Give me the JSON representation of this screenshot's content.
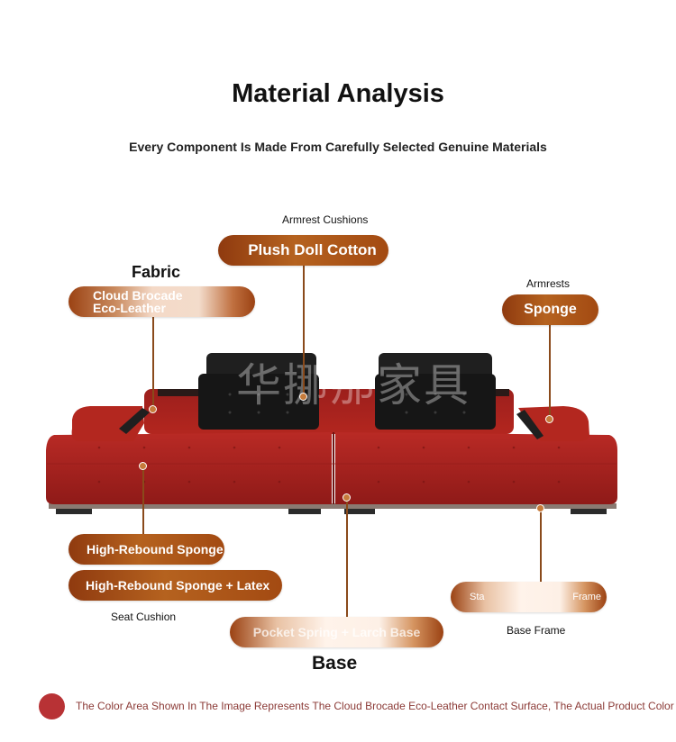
{
  "title": "Material Analysis",
  "subtitle": "Every Component Is Made From Carefully Selected Genuine Materials",
  "labels": {
    "armrest_cushions": "Armrest Cushions",
    "fabric": "Fabric",
    "armrests": "Armrests",
    "seat_cushion": "Seat Cushion",
    "base": "Base",
    "base_frame": "Base Frame"
  },
  "pills": {
    "plush_doll_cotton": "Plush Doll Cotton",
    "cloud_brocade_line1": "Cloud Brocade",
    "cloud_brocade_line2": "Eco-Leather",
    "sponge": "Sponge",
    "high_rebound_sponge": "High-Rebound Sponge",
    "high_rebound_latex": "High-Rebound Sponge + Latex",
    "pocket_spring": "Pocket Spring + Larch Base",
    "steel_frame_left": "Sta",
    "steel_frame_right": "Frame"
  },
  "watermark": "华挪那家具",
  "footnote": "The Color Area Shown In The Image Represents The Cloud Brocade Eco-Leather Contact Surface, The Actual Product Color Prevails",
  "colors": {
    "sofa_red": "#a8211e",
    "pillow_black": "#1c1c1c",
    "pill_brown": "#9b4213",
    "swatch": "#b83235"
  }
}
